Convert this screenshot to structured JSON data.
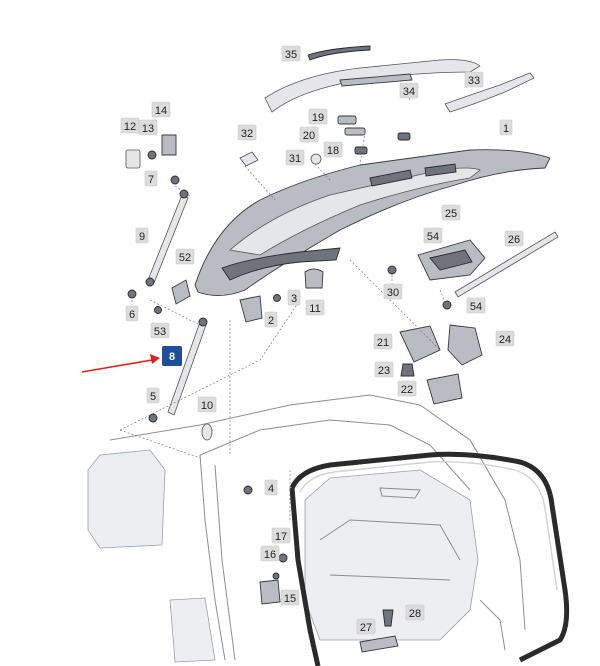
{
  "diagram": {
    "highlight": {
      "label": "8",
      "color": "#1f4e9c",
      "arrow_color": "#e02020"
    },
    "callouts": [
      {
        "id": "p1",
        "label": "1"
      },
      {
        "id": "p2",
        "label": "2"
      },
      {
        "id": "p3",
        "label": "3"
      },
      {
        "id": "p4",
        "label": "4"
      },
      {
        "id": "p5",
        "label": "5"
      },
      {
        "id": "p6",
        "label": "6"
      },
      {
        "id": "p7",
        "label": "7"
      },
      {
        "id": "p9",
        "label": "9"
      },
      {
        "id": "p10",
        "label": "10"
      },
      {
        "id": "p11",
        "label": "11"
      },
      {
        "id": "p12",
        "label": "12"
      },
      {
        "id": "p13",
        "label": "13"
      },
      {
        "id": "p14",
        "label": "14"
      },
      {
        "id": "p15",
        "label": "15"
      },
      {
        "id": "p16",
        "label": "16"
      },
      {
        "id": "p17",
        "label": "17"
      },
      {
        "id": "p18",
        "label": "18"
      },
      {
        "id": "p19",
        "label": "19"
      },
      {
        "id": "p20",
        "label": "20"
      },
      {
        "id": "p21",
        "label": "21"
      },
      {
        "id": "p22",
        "label": "22"
      },
      {
        "id": "p23",
        "label": "23"
      },
      {
        "id": "p24",
        "label": "24"
      },
      {
        "id": "p25",
        "label": "25"
      },
      {
        "id": "p26",
        "label": "26"
      },
      {
        "id": "p27",
        "label": "27"
      },
      {
        "id": "p28",
        "label": "28"
      },
      {
        "id": "p30",
        "label": "30"
      },
      {
        "id": "p31",
        "label": "31"
      },
      {
        "id": "p32",
        "label": "32"
      },
      {
        "id": "p33",
        "label": "33"
      },
      {
        "id": "p34",
        "label": "34"
      },
      {
        "id": "p35",
        "label": "35"
      },
      {
        "id": "p52",
        "label": "52"
      },
      {
        "id": "p53",
        "label": "53"
      },
      {
        "id": "p54a",
        "label": "54"
      },
      {
        "id": "p54b",
        "label": "54"
      }
    ]
  }
}
